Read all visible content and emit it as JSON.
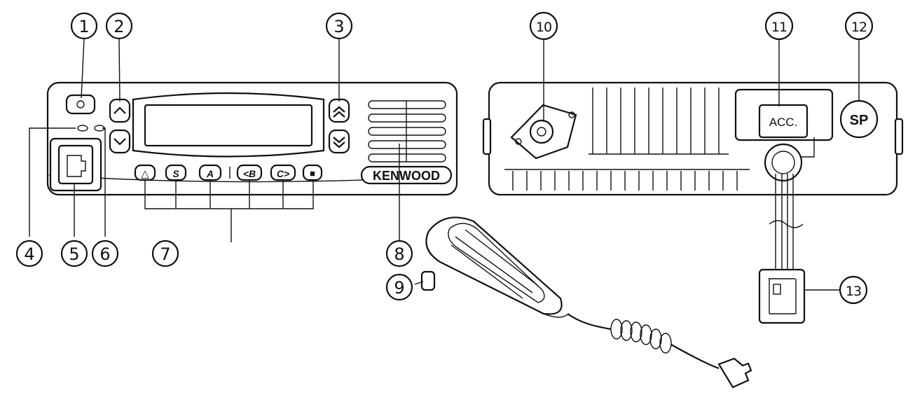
{
  "callouts": [
    "1",
    "2",
    "3",
    "4",
    "5",
    "6",
    "7",
    "8",
    "9",
    "10",
    "11",
    "12",
    "13"
  ],
  "front_panel": {
    "brand": "KENWOOD",
    "keys": [
      "△",
      "S",
      "A",
      "<B",
      "C>",
      "■"
    ],
    "channel_icons": [
      "chevron-up-icon",
      "chevron-down-icon",
      "double-chevron-up-icon",
      "double-chevron-down-icon"
    ]
  },
  "rear_panel": {
    "accessory_label": "ACC.",
    "speaker_label": "SP"
  }
}
